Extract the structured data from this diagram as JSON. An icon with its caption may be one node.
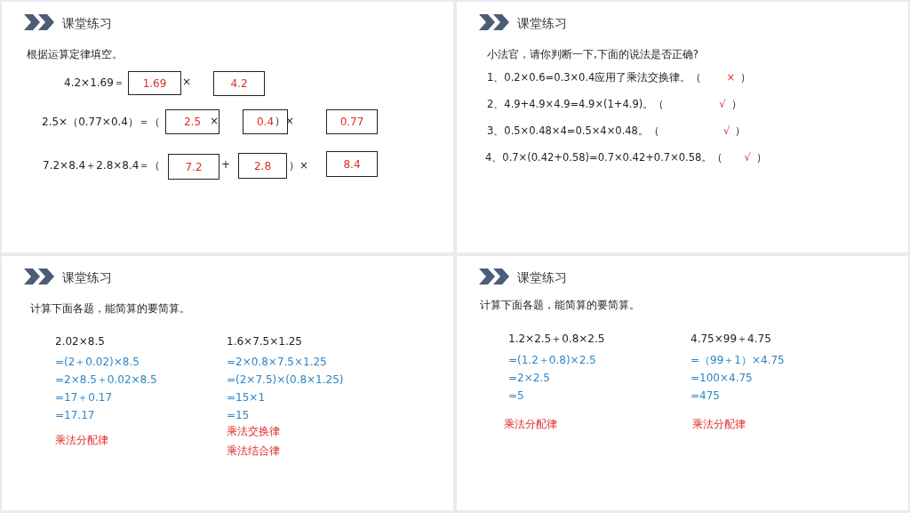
{
  "diagram": {
    "nodes": [
      {
        "text": [
          "课堂练习",
          "根据运算定律填空。"
        ]
      },
      {
        "text": [
          "1.69"
        ],
        "in": 0
      },
      {
        "text": [
          "4.2"
        ],
        "in": 0
      },
      {
        "text": [
          "2.5"
        ],
        "in": 0
      },
      {
        "text": [
          "0.4"
        ],
        "in": 0
      },
      {
        "text": [
          "0.77"
        ],
        "in": 0
      },
      {
        "text": [
          "7.2"
        ],
        "in": 0
      },
      {
        "text": [
          "2.8"
        ],
        "in": 0
      },
      {
        "text": [
          "8.4"
        ],
        "in": 0
      },
      {
        "text": [
          "课堂练习",
          "小法官，请你判断一下,下面的说法是否正确?"
        ]
      },
      {
        "text": [
          "课堂练习",
          "计算下面各题，能简算的要简算。"
        ]
      },
      {
        "text": [
          "课堂练习",
          "计算下面各题，能简算的要简算。"
        ]
      }
    ],
    "labels": [
      "4.2×1.69＝",
      "×",
      "2.5×（0.77×0.4）＝（",
      "×",
      "）×",
      "7.2×8.4＋2.8×8.4＝（",
      "+",
      "）×",
      "1、0.2×0.6=0.3×0.4应用了乘法交换律。（",
      "×",
      "）",
      "2、4.9+4.9×4.9=4.9×(1+4.9)。（",
      "√",
      "）",
      "3、0.5×0.48×4=0.5×4×0.48。（",
      "√",
      "）",
      "4、0.7×(0.42+0.58)=0.7×0.42+0.7×0.58。（",
      "√",
      "）",
      "2.02×8.5",
      "=(2＋0.02)×8.5",
      "=2×8.5＋0.02×8.5",
      "=17＋0.17",
      "=17.17",
      "乘法分配律",
      "1.6×7.5×1.25",
      "=2×0.8×7.5×1.25",
      "=(2×7.5)×(0.8×1.25)",
      "=15×1",
      "=15",
      "乘法交换律",
      "乘法结合律",
      "1.2×2.5＋0.8×2.5",
      "=(1.2＋0.8)×2.5",
      "=2×2.5",
      "=5",
      "乘法分配律",
      "4.75×99＋4.75",
      "=（99＋1）×4.75",
      "=100×4.75",
      "=475",
      "乘法分配律"
    ]
  }
}
